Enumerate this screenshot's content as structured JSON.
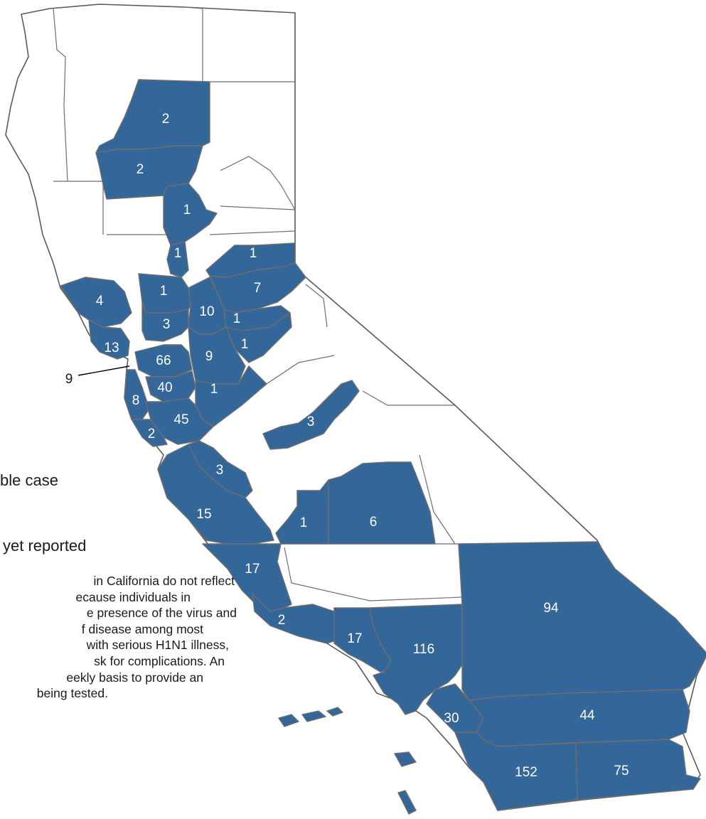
{
  "colors": {
    "case_fill": "#336699",
    "no_case_fill": "#ffffff",
    "border": "#6e6e6e"
  },
  "legend": {
    "item_case": "ble case",
    "item_none": "yet reported"
  },
  "note": {
    "lines": [
      "in California do not reflect",
      "ecause individuals in",
      "e presence of the virus and",
      "f disease among most",
      "with serious H1N1 illness,",
      "sk for complications.  An",
      "eekly basis to provide an",
      "being tested."
    ]
  },
  "callout": {
    "label": "9"
  },
  "counties": [
    {
      "id": "lassen",
      "count": "2"
    },
    {
      "id": "tehama",
      "count": "2"
    },
    {
      "id": "butte",
      "count": "1"
    },
    {
      "id": "sutter",
      "count": "1"
    },
    {
      "id": "nevada-placer",
      "count": "1"
    },
    {
      "id": "el-dorado",
      "count": "7"
    },
    {
      "id": "yolo",
      "count": "1"
    },
    {
      "id": "sacramento",
      "count": "10"
    },
    {
      "id": "amador",
      "count": "1"
    },
    {
      "id": "calaveras",
      "count": "1"
    },
    {
      "id": "sonoma",
      "count": "4"
    },
    {
      "id": "napa",
      "count": "3"
    },
    {
      "id": "marin",
      "count": "13"
    },
    {
      "id": "contra-costa",
      "count": "66"
    },
    {
      "id": "san-joaquin",
      "count": "9"
    },
    {
      "id": "alameda",
      "count": "40"
    },
    {
      "id": "stanislaus",
      "count": "1"
    },
    {
      "id": "san-mateo",
      "count": "8"
    },
    {
      "id": "santa-clara",
      "count": "45"
    },
    {
      "id": "santa-cruz",
      "count": "2"
    },
    {
      "id": "fresno",
      "count": "3"
    },
    {
      "id": "san-benito",
      "count": "3"
    },
    {
      "id": "monterey",
      "count": "15"
    },
    {
      "id": "kings",
      "count": "1"
    },
    {
      "id": "tulare",
      "count": "6"
    },
    {
      "id": "san-luis-obispo",
      "count": "17"
    },
    {
      "id": "santa-barbara",
      "count": "2"
    },
    {
      "id": "ventura",
      "count": "17"
    },
    {
      "id": "los-angeles",
      "count": "116"
    },
    {
      "id": "san-bernardino",
      "count": "94"
    },
    {
      "id": "orange",
      "count": "30"
    },
    {
      "id": "riverside",
      "count": "44"
    },
    {
      "id": "san-diego",
      "count": "152"
    },
    {
      "id": "imperial",
      "count": "75"
    }
  ]
}
